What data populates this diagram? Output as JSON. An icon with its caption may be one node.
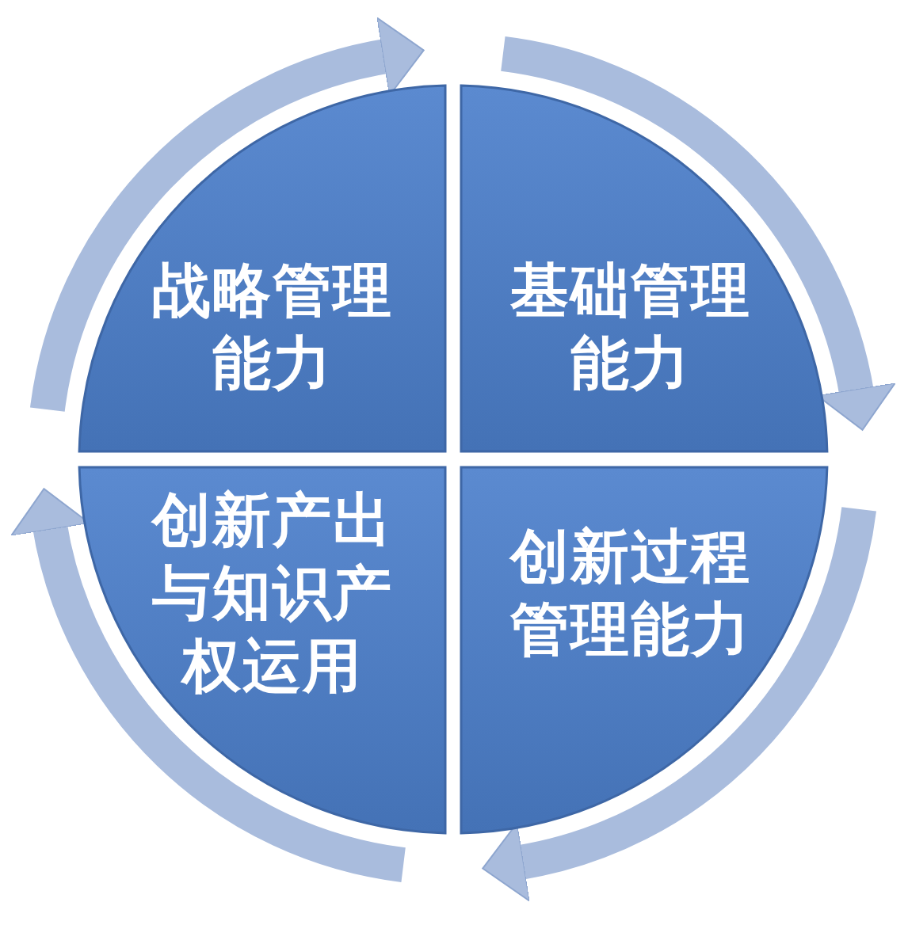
{
  "diagram": {
    "nodes": [
      {
        "text": [
          "战略管理能力"
        ]
      },
      {
        "text": [
          "基础管理能力"
        ]
      },
      {
        "text": [
          "创新产出与知识产权运用"
        ]
      },
      {
        "text": [
          "创新过程管理能力"
        ]
      }
    ]
  }
}
